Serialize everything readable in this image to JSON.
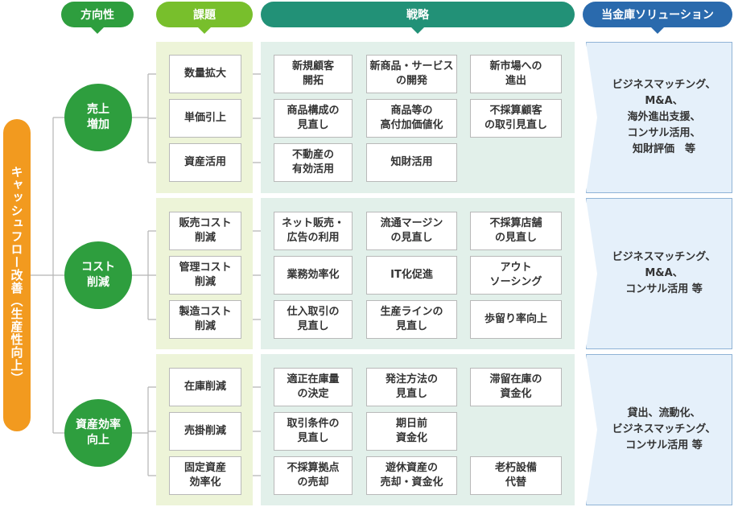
{
  "headers": {
    "direction": "方向性",
    "issue": "課題",
    "strategy": "戦略",
    "solution": "当金庫ソリューション"
  },
  "root": "キャッシュフロー改善（生産性向上）",
  "groups": [
    {
      "direction": "売上\n増加",
      "issues": [
        "数量拡大",
        "単価引上",
        "資産活用"
      ],
      "strategies": [
        [
          "新規顧客\n開拓",
          "新商品・サービス\nの開発",
          "新市場への\n進出"
        ],
        [
          "商品構成の\n見直し",
          "商品等の\n高付加価値化",
          "不採算顧客\nの取引見直し"
        ],
        [
          "不動産の\n有効活用",
          "知財活用"
        ]
      ],
      "solution": "ビジネスマッチング、\nM&A、\n海外進出支援、\nコンサル活用、\n知財評価　等"
    },
    {
      "direction": "コスト\n削減",
      "issues": [
        "販売コスト\n削減",
        "管理コスト\n削減",
        "製造コスト\n削減"
      ],
      "strategies": [
        [
          "ネット販売・\n広告の利用",
          "流通マージン\nの見直し",
          "不採算店舗\nの見直し"
        ],
        [
          "業務効率化",
          "IT化促進",
          "アウト\nソーシング"
        ],
        [
          "仕入取引の\n見直し",
          "生産ラインの\n見直し",
          "歩留り率向上"
        ]
      ],
      "solution": "ビジネスマッチング、\nM&A、\nコンサル活用 等"
    },
    {
      "direction": "資産効率\n向上",
      "issues": [
        "在庫削減",
        "売掛削減",
        "固定資産\n効率化"
      ],
      "strategies": [
        [
          "適正在庫量\nの決定",
          "発注方法の\n見直し",
          "滞留在庫の\n資金化"
        ],
        [
          "取引条件の\n見直し",
          "期日前\n資金化"
        ],
        [
          "不採算拠点\nの売却",
          "遊休資産の\n売却・資金化",
          "老朽設備\n代替"
        ]
      ],
      "solution": "貸出、流動化、\nビジネスマッチング、\nコンサル活用 等"
    }
  ]
}
